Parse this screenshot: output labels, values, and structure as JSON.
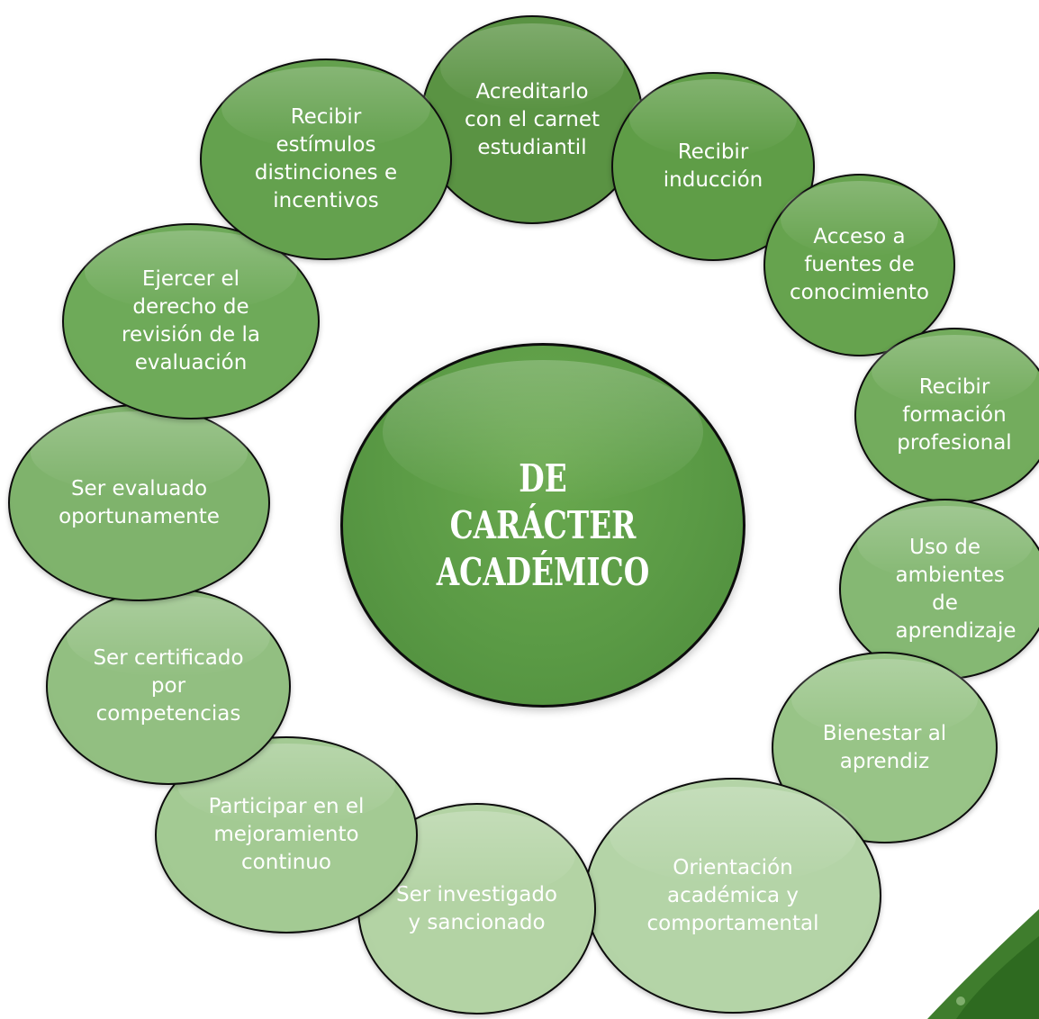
{
  "center": {
    "title": "DE CARÁCTER ACADÉMICO"
  },
  "items": [
    {
      "label": "Acreditarlo con el carnet estudiantil",
      "color": "#5a9343"
    },
    {
      "label": "Recibir inducción",
      "color": "#5f9d47"
    },
    {
      "label": "Acceso a fuentes de conocimiento",
      "color": "#66a34e"
    },
    {
      "label": "Recibir formación profesional",
      "color": "#73ac5d"
    },
    {
      "label": "Uso de ambientes de aprendizaje",
      "color": "#85b873"
    },
    {
      "label": "Bienestar al aprendiz",
      "color": "#98c487"
    },
    {
      "label": "Orientación académica y comportamental",
      "color": "#b4d4a7"
    },
    {
      "label": "Ser investigado y sancionado",
      "color": "#b3d3a4"
    },
    {
      "label": "Participar en el mejoramiento continuo",
      "color": "#a3ca93"
    },
    {
      "label": "Ser certificado por competencias",
      "color": "#92bf81"
    },
    {
      "label": "Ser evaluado oportunamente",
      "color": "#7fb36c"
    },
    {
      "label": "Ejercer el derecho de revisión de la evaluación",
      "color": "#6eaa59"
    },
    {
      "label": "Recibir estímulos distinciones e incentivos",
      "color": "#64a14e"
    }
  ]
}
